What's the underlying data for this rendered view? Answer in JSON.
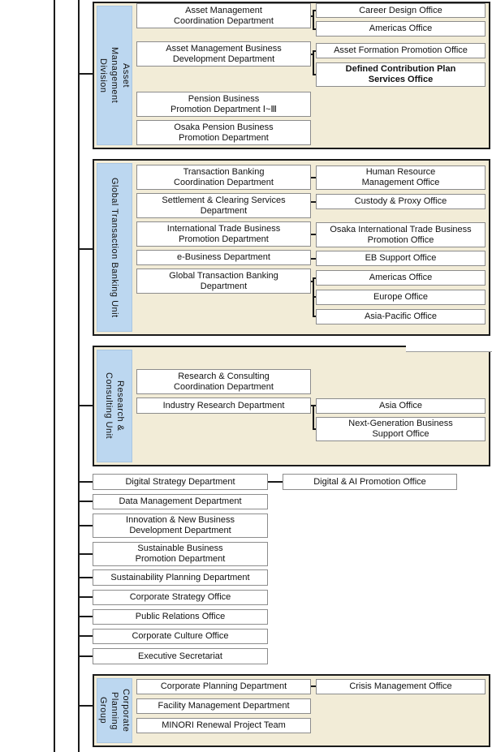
{
  "colors": {
    "group_background": "#F2ECD7",
    "label_background": "#BCD7F0",
    "box_border": "#8C8C8C",
    "group_border": "#1B1B1B",
    "connector": "#1A1A1A",
    "text": "#111111"
  },
  "org": {
    "groups": [
      {
        "label": "Asset\nManagement\nDivision",
        "departments": [
          {
            "label": "Asset Management\nCoordination Department"
          },
          {
            "label": "Asset Management Business\nDevelopment Department"
          },
          {
            "label": "Pension Business\nPromotion Department Ⅰ~Ⅲ"
          },
          {
            "label": "Osaka Pension Business\nPromotion Department"
          }
        ],
        "offices": [
          {
            "label": "Career Design Office"
          },
          {
            "label": "Americas Office"
          },
          {
            "label": "Asset Formation Promotion Office"
          },
          {
            "label": "Defined Contribution Plan\nServices Office"
          }
        ]
      },
      {
        "label": "Global Transaction Banking Unit",
        "departments": [
          {
            "label": "Transaction Banking\nCoordination Department"
          },
          {
            "label": "Settlement & Clearing Services\nDepartment"
          },
          {
            "label": "International Trade Business\nPromotion Department"
          },
          {
            "label": "e-Business Department"
          },
          {
            "label": "Global Transaction Banking\nDepartment"
          }
        ],
        "offices": [
          {
            "label": "Human Resource\nManagement Office"
          },
          {
            "label": "Custody & Proxy Office"
          },
          {
            "label": "Osaka International Trade Business\nPromotion Office"
          },
          {
            "label": "EB Support Office"
          },
          {
            "label": "Americas Office"
          },
          {
            "label": "Europe Office"
          },
          {
            "label": "Asia-Pacific Office"
          }
        ]
      },
      {
        "label": "Research &\nConsulting Unit",
        "departments": [
          {
            "label": "Research & Consulting\nCoordination Department"
          },
          {
            "label": "Industry Research Department"
          }
        ],
        "offices": [
          {
            "label": "Asia Office"
          },
          {
            "label": "Next-Generation Business\nSupport Office"
          }
        ]
      },
      {
        "label": "Corporate\nPlanning\nGroup",
        "departments": [
          {
            "label": "Corporate Planning Department"
          },
          {
            "label": "Facility Management Department"
          },
          {
            "label": "MINORI Renewal Project Team"
          }
        ],
        "offices": [
          {
            "label": "Crisis Management Office"
          }
        ]
      }
    ],
    "standalone_departments": [
      {
        "label": "Digital Strategy Department"
      },
      {
        "label": "Data Management Department"
      },
      {
        "label": "Innovation & New Business\nDevelopment Department"
      },
      {
        "label": "Sustainable Business\nPromotion Department"
      },
      {
        "label": "Sustainability Planning Department"
      },
      {
        "label": "Corporate Strategy Office"
      },
      {
        "label": "Public Relations Office"
      },
      {
        "label": "Corporate Culture Office"
      },
      {
        "label": "Executive Secretariat"
      }
    ],
    "standalone_offices": [
      {
        "label": "Digital & AI Promotion Office"
      }
    ]
  }
}
